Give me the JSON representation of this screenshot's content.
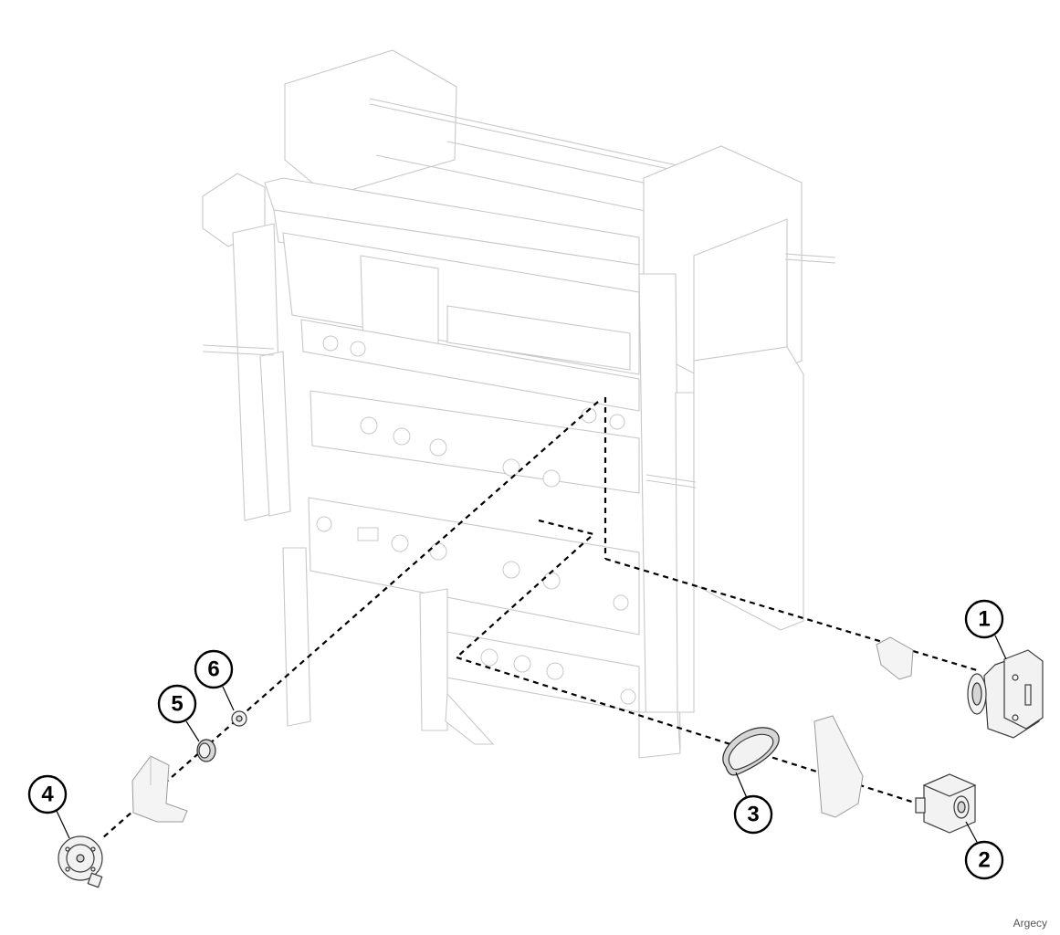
{
  "callouts": [
    {
      "id": "1",
      "label": "1"
    },
    {
      "id": "2",
      "label": "2"
    },
    {
      "id": "3",
      "label": "3"
    },
    {
      "id": "4",
      "label": "4"
    },
    {
      "id": "5",
      "label": "5"
    },
    {
      "id": "6",
      "label": "6"
    }
  ],
  "watermark": "Argecy",
  "colors": {
    "line": "#000000",
    "frame": "#c8c8c8",
    "background": "#ffffff"
  }
}
